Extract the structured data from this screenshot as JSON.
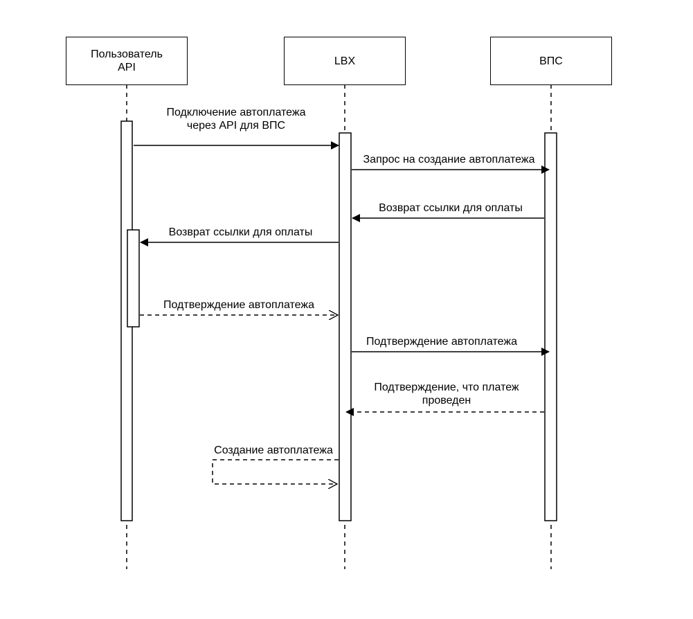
{
  "participants": [
    {
      "id": "user",
      "label": "Пользователь\nAPI"
    },
    {
      "id": "lbx",
      "label": "LBX"
    },
    {
      "id": "vps",
      "label": "ВПС"
    }
  ],
  "messages": [
    {
      "from": "user",
      "to": "lbx",
      "style": "solid",
      "label": "Подключение автоплатежа\nчерез API для ВПС"
    },
    {
      "from": "lbx",
      "to": "vps",
      "style": "solid",
      "label": "Запрос на создание автоплатежа"
    },
    {
      "from": "vps",
      "to": "lbx",
      "style": "solid",
      "label": "Возврат ссылки для оплаты"
    },
    {
      "from": "lbx",
      "to": "user",
      "style": "solid",
      "label": "Возврат ссылки для оплаты"
    },
    {
      "from": "user",
      "to": "lbx",
      "style": "dashed",
      "label": "Подтверждение автоплатежа"
    },
    {
      "from": "lbx",
      "to": "vps",
      "style": "solid",
      "label": "Подтверждение автоплатежа"
    },
    {
      "from": "vps",
      "to": "lbx",
      "style": "dashed",
      "label": "Подтверждение, что платеж\nпроведен"
    },
    {
      "from": "lbx",
      "to": "lbx",
      "style": "dashed",
      "label": "Создание автоплатежа"
    }
  ]
}
